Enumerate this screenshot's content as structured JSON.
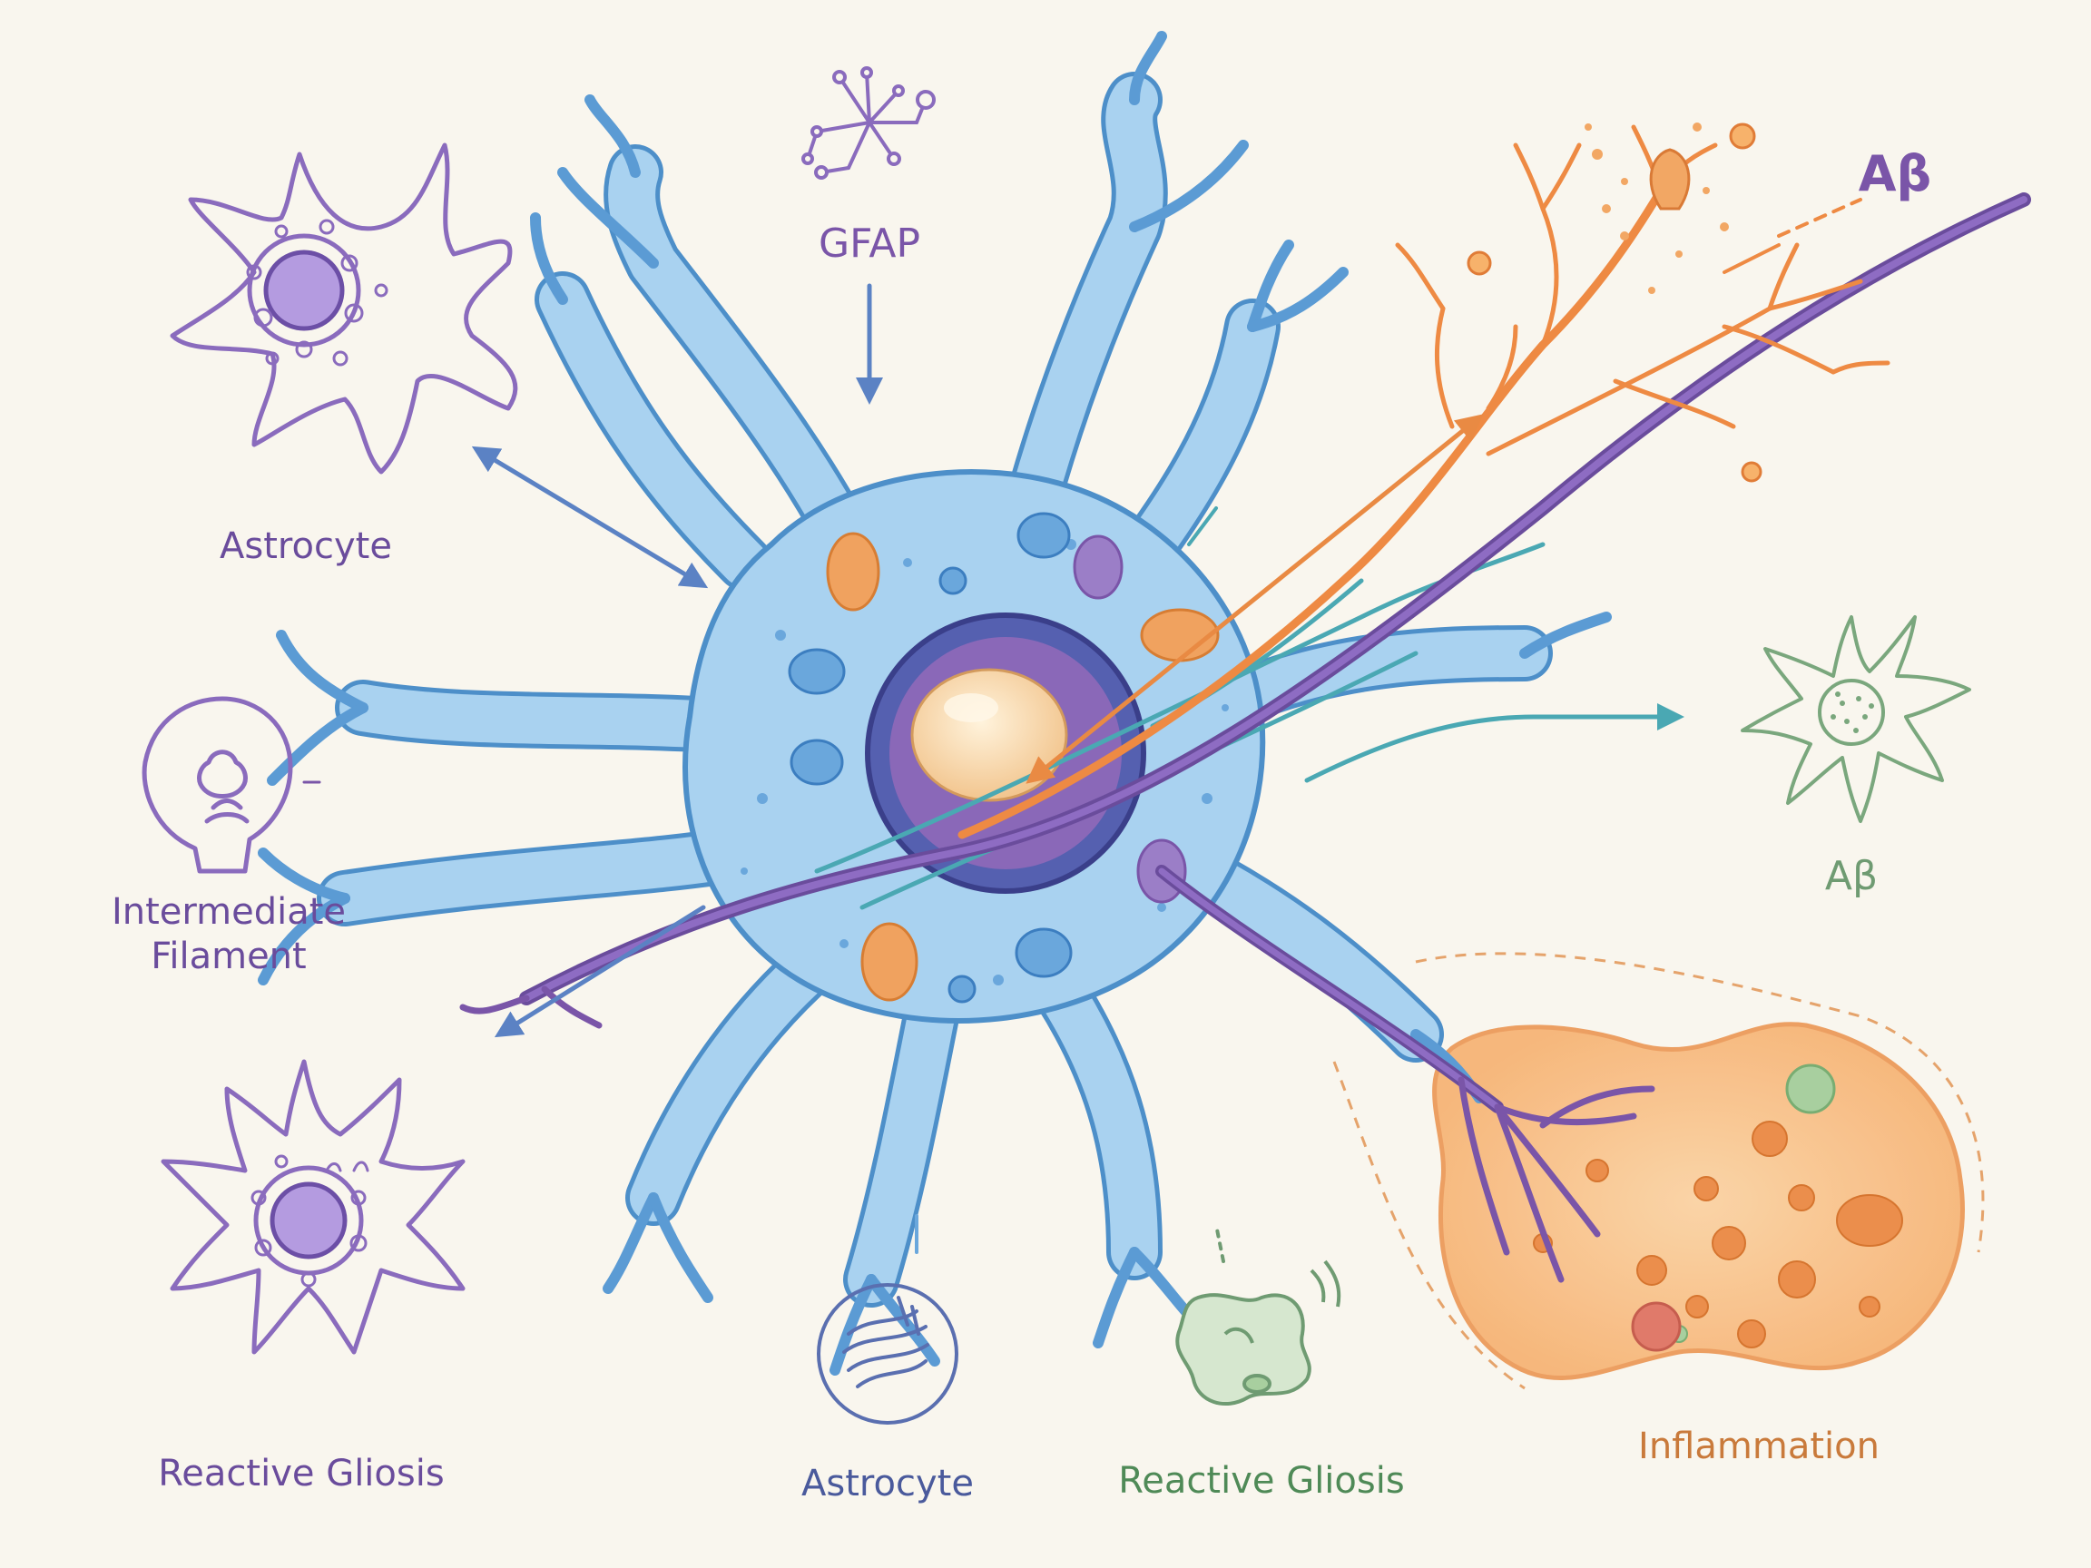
{
  "labels": {
    "gfap": "GFAP",
    "abeta_top": "Aβ",
    "astrocyte_left": "Astrocyte",
    "intermediate_line1": "Intermediate",
    "intermediate_line2": "Filament",
    "reactive_left": "Reactive Gliosis",
    "abeta_right": "Aβ",
    "astrocyte_bottom": "Astrocyte",
    "reactive_bottom": "Reactive Gliosis",
    "inflammation": "Inflammation"
  },
  "colors": {
    "background": "#f9f6ee",
    "astrocyte_body": "#a9d2f0",
    "astrocyte_outline": "#4d8fc9",
    "purple": "#7a55a8",
    "orange": "#e98a43",
    "green": "#6f9b72",
    "teal": "#4aa8b3",
    "arrow_blue": "#5b82c4"
  },
  "icons": {
    "gfap": "gfap-molecule-icon",
    "intermediate": "intermediate-filament-icon",
    "astrocyte_bottom": "filament-circle-icon",
    "reactive_bottom": "reactive-cell-icon"
  }
}
